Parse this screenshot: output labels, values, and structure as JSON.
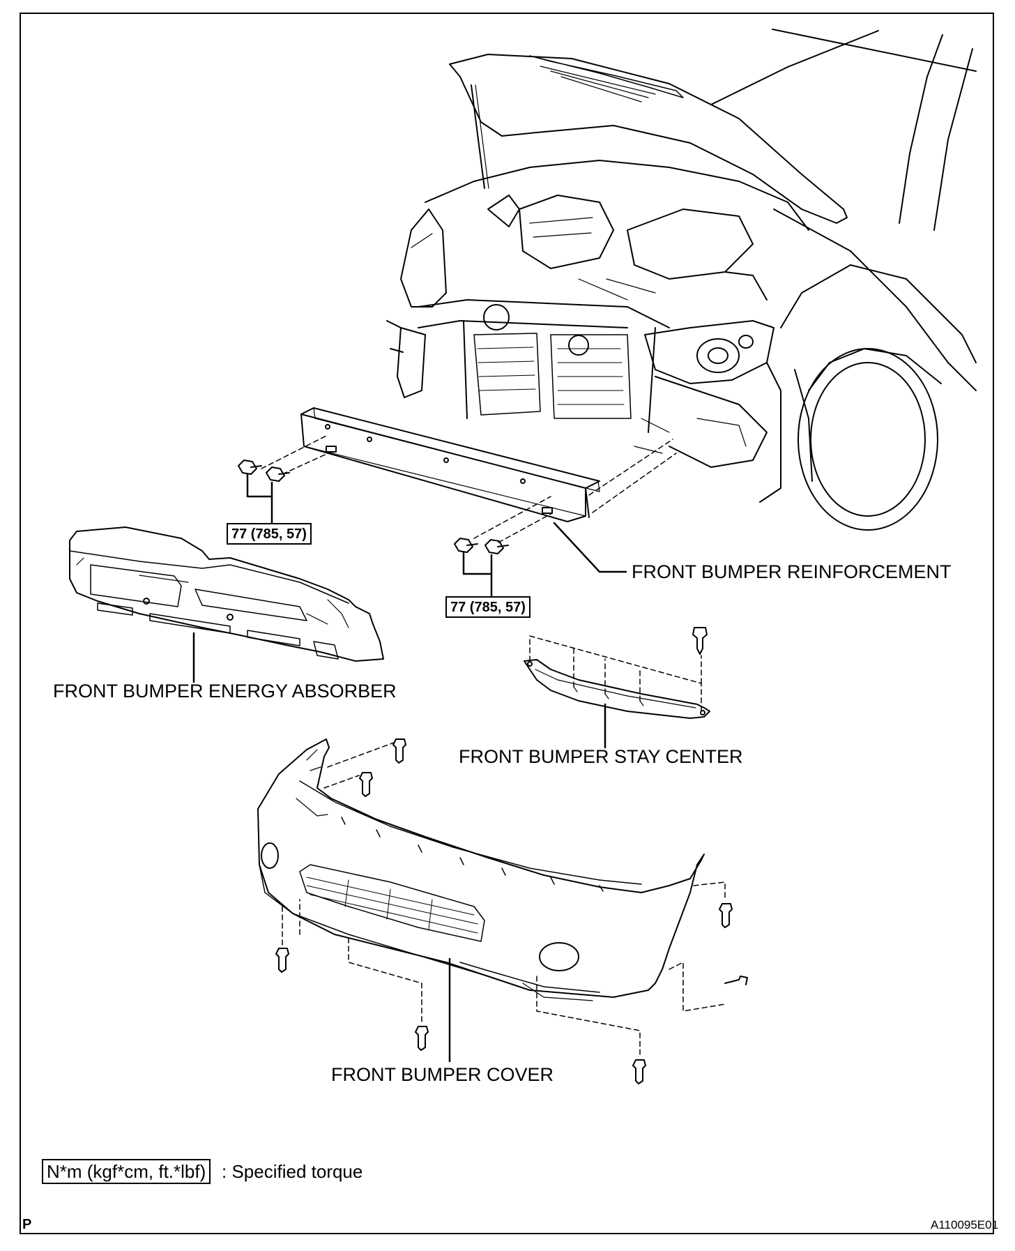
{
  "labels": {
    "reinforcement": "FRONT BUMPER REINFORCEMENT",
    "energy_absorber": "FRONT BUMPER ENERGY ABSORBER",
    "stay_center": "FRONT BUMPER STAY CENTER",
    "cover": "FRONT BUMPER COVER"
  },
  "torque": {
    "left": "77 (785, 57)",
    "right": "77 (785, 57)"
  },
  "legend": {
    "unit": "N*m (kgf*cm, ft.*lbf)",
    "text": ": Specified torque"
  },
  "corner": {
    "page_mark": "P",
    "figure_id": "A110095E01"
  },
  "colors": {
    "line": "#000000",
    "background": "#ffffff"
  }
}
